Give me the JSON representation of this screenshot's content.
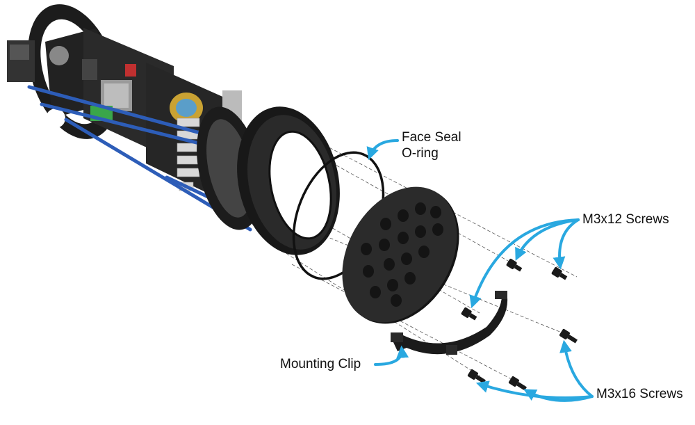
{
  "labels": {
    "face_seal_line1": "Face Seal",
    "face_seal_line2": "O-ring",
    "m3x12": "M3x12 Screws",
    "mounting_clip": "Mounting Clip",
    "m3x16": "M3x16 Screws"
  },
  "colors": {
    "callout": "#29a8e0",
    "rod": "#2d5db8",
    "part": "#1c1c1c",
    "board": "#2a2a2a",
    "connector": "#3aa64a"
  }
}
